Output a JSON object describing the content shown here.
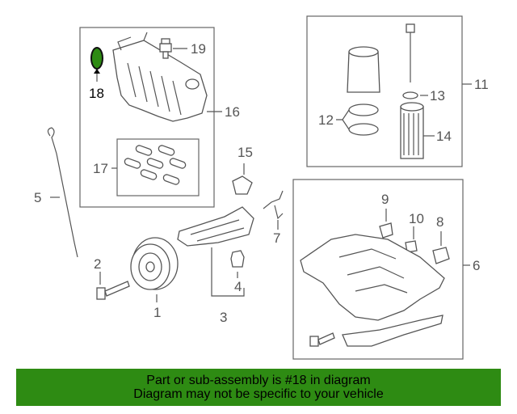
{
  "callouts": {
    "c1": "1",
    "c2": "2",
    "c3": "3",
    "c4": "4",
    "c5": "5",
    "c6": "6",
    "c7": "7",
    "c8": "8",
    "c9": "9",
    "c10": "10",
    "c11": "11",
    "c12": "12",
    "c13": "13",
    "c14": "14",
    "c15": "15",
    "c16": "16",
    "c17": "17",
    "c18": "18",
    "c19": "19"
  },
  "highlight": {
    "part_number": "18",
    "color": "#2e8b13"
  },
  "banner": {
    "line1": "Part or sub-assembly is #18 in diagram",
    "line2": "Diagram may not be specific to your vehicle",
    "background": "#2e8b13"
  }
}
